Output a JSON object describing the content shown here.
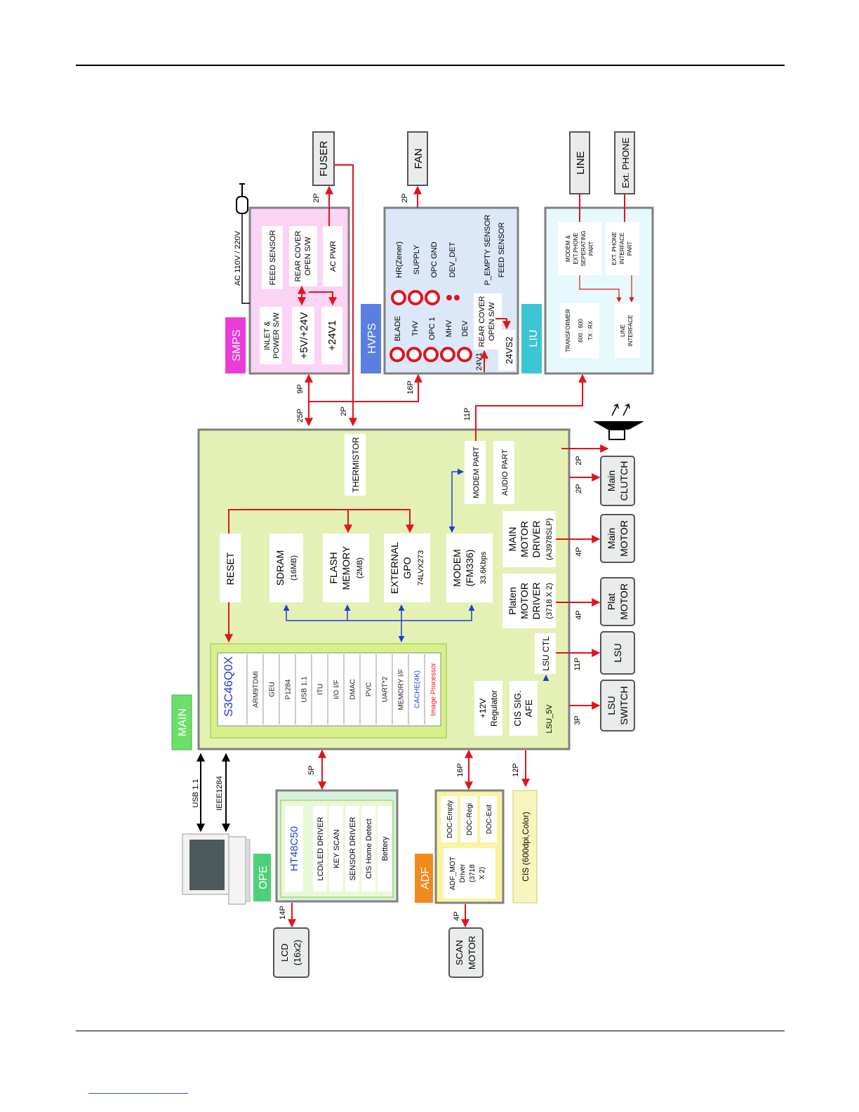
{
  "colors": {
    "red": "#e1141c",
    "blue": "#1f3fd0",
    "main_fill": "#e4f1b4",
    "smps_fill": "#fbd3f4",
    "hvps_fill": "#dce8f8",
    "liu_fill": "#e6f9fc",
    "ope_fill": "#d6f2de",
    "adf_fill": "#f8f3a0",
    "cis_fill": "#f8f6bc",
    "ext_fill": "#e9ecea"
  },
  "tags": {
    "smps": "SMPS",
    "hvps": "HVPS",
    "liu": "LIU",
    "main": "MAIN",
    "ope": "OPE",
    "adf": "ADF"
  },
  "smps": {
    "feed_sensor": "FEED SENSOR",
    "rear_cover_1": "REAR COVER",
    "rear_cover_2": "OPEN S/W",
    "ac_pwr": "AC PWR",
    "inlet_1": "INLET &",
    "inlet_2": "POWER S/W",
    "v5_24": "+5V/+24V",
    "v24_1": "+24V1",
    "ac_label": "AC 110V / 220V"
  },
  "hvps": {
    "hr": "HR(Zener)",
    "supply": "SUPPLY",
    "opc_gnd": "OPC GND",
    "dev_det": "DEV_DET",
    "p_empty": "P_EMPTY SENSOR",
    "feed": "FEED SENSOR",
    "blade": "BLADE",
    "thv": "THV",
    "opc1": "OPC 1",
    "mhv": "MHV",
    "dev": "DEV",
    "rear_1": "REAR COVER",
    "rear_2": "OPEN S/W",
    "v24_1": "24V1",
    "v24s2": "24VS2"
  },
  "liu": {
    "modem_1": "MODEM &",
    "modem_2": "EXT.PHONE",
    "modem_3": "SEPERATING",
    "modem_4": "PART",
    "ext_1": "EXT. PHONE",
    "ext_2": "INTERFACE",
    "ext_3": "PART",
    "trans_1": "TRANSFORMER",
    "trans_2": "600 : 600",
    "trans_3": "TX : RX",
    "line_if_1": "LINE",
    "line_if_2": "INTERFACE"
  },
  "external": {
    "fuser": "FUSER",
    "fan": "FAN",
    "line": "LINE",
    "ext_phone": "Ext. PHONE",
    "main_clutch_1": "Main",
    "main_clutch_2": "CLUTCH",
    "main_motor_1": "Main",
    "main_motor_2": "MOTOR",
    "plat_motor_1": "Plat",
    "plat_motor_2": "MOTOR",
    "lsu": "LSU",
    "lsu_switch_1": "LSU",
    "lsu_switch_2": "SWITCH",
    "lcd_1": "LCD",
    "lcd_2": "(16x2)",
    "scan_motor_1": "SCAN",
    "scan_motor_2": "MOTOR",
    "cis": "CIS (600dpi,Color)"
  },
  "main": {
    "thermistor": "THERMISTOR",
    "modem_part": "MODEM PART",
    "audio_part": "AUDIO PART",
    "reset": "RESET",
    "sdram_1": "SDRAM",
    "sdram_2": "(16MB)",
    "flash_1": "FLASH",
    "flash_2": "MEMORY",
    "flash_3": "(2MB)",
    "ext_1": "EXTERNAL",
    "ext_2": "GPO",
    "ext_3": "74LVX273",
    "modem_1": "MODEM",
    "modem_2": "(FM336)",
    "modem_3": "33.6Kbps",
    "mmd_1": "MAIN",
    "mmd_2": "MOTOR",
    "mmd_3": "DRIVER",
    "mmd_4": "(A3978SLP)",
    "pmd_1": "Platen",
    "pmd_2": "MOTOR",
    "pmd_3": "DRIVER",
    "pmd_4": "(3718 X 2)",
    "lsu_ctl": "LSU CTL",
    "reg_1": "+12V",
    "reg_2": "Regulator",
    "cis_1": "CIS SIG.",
    "cis_2": "AFE",
    "lsu_5v": "LSU_5V"
  },
  "cpu": {
    "title": "S3C46Q0X",
    "blocks": [
      "ARM9TDMI",
      "GEU",
      "P1284",
      "USB 1.1",
      "ITU",
      "I/O I/F",
      "DMAC",
      "PVC",
      "UART*2",
      "MEMORY I/F"
    ],
    "cache": "CACHE(4K)",
    "image_proc": "Image Processor"
  },
  "ope": {
    "title": "HT48C50",
    "items": [
      "LCD/LED DRIVER",
      "KEY SCAN",
      "SENSOR DRIVER",
      "CIS Home Detect",
      "Bettery"
    ]
  },
  "adf": {
    "doc_empty": "DOC-Empty",
    "doc_regi": "DOC-Regi",
    "doc_exit": "DOC-Exit",
    "mot_1": "ADF_MOT",
    "mot_2": "Driver",
    "mot_3": "(3718",
    "mot_4": "X 2)"
  },
  "pins": {
    "smps_fuser": "2P",
    "hvps_fan": "2P",
    "smps_main": "9P",
    "main_25p": "25P",
    "fuser_main": "2P",
    "hvps_main": "16P",
    "liu_main": "11P",
    "clutch_top": "2P",
    "clutch": "2P",
    "main_motor": "4P",
    "plat_motor": "4P",
    "lsu": "11P",
    "lsu_switch": "3P",
    "ope": "5P",
    "adf": "16P",
    "cis": "12P",
    "lcd": "14P",
    "scan_motor": "4P"
  },
  "links": {
    "usb": "USB 1.1",
    "ieee": "IEEE1284"
  }
}
